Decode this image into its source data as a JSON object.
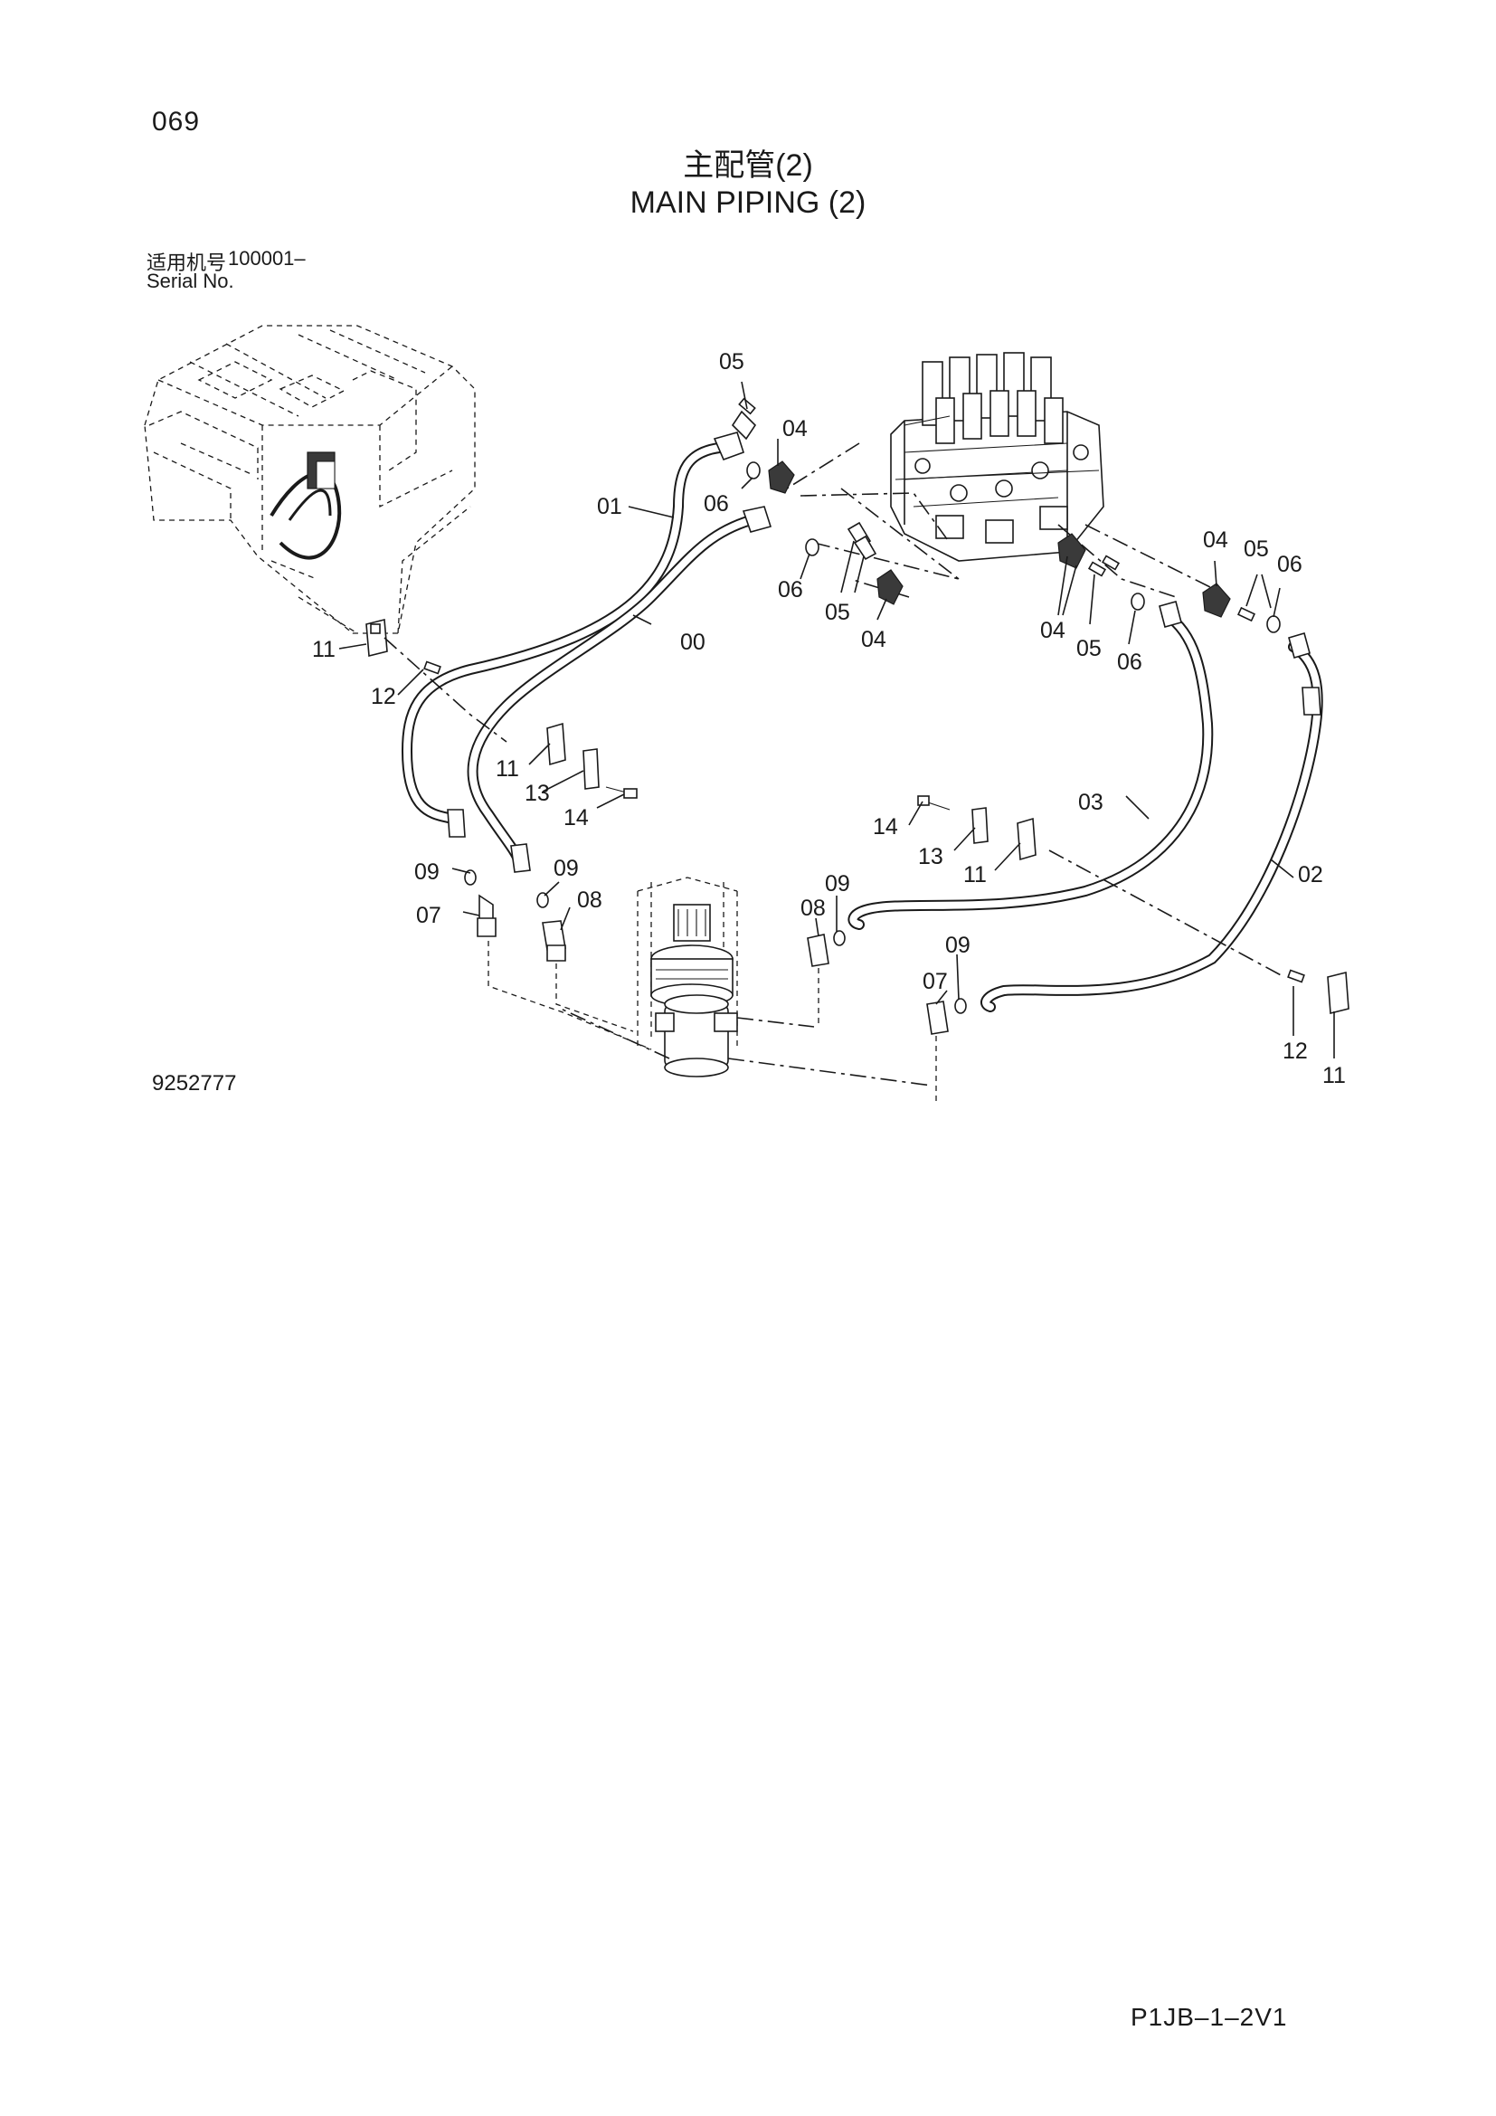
{
  "header": {
    "page_number": "069",
    "title_cn": "主配管(2)",
    "title_en": "MAIN PIPING (2)",
    "serial_label_cn": "适用机号",
    "serial_range": "100001–",
    "serial_label_en": "Serial No."
  },
  "footer": {
    "drawing_number": "9252777",
    "page_code": "P1JB–1–2V1"
  },
  "callouts": {
    "c00": "00",
    "c01": "01",
    "c02": "02",
    "c03": "03",
    "c04a": "04",
    "c04b": "04",
    "c04c": "04",
    "c04d": "04",
    "c05a": "05",
    "c05b": "05",
    "c05c": "05",
    "c05d": "05",
    "c06a": "06",
    "c06b": "06",
    "c06c": "06",
    "c06d": "06",
    "c07a": "07",
    "c07b": "07",
    "c08a": "08",
    "c08b": "08",
    "c09a": "09",
    "c09b": "09",
    "c09c": "09",
    "c09d": "09",
    "c11a": "11",
    "c11b": "11",
    "c11c": "11",
    "c11d": "11",
    "c12a": "12",
    "c12b": "12",
    "c13a": "13",
    "c13b": "13",
    "c14a": "14",
    "c14b": "14"
  }
}
